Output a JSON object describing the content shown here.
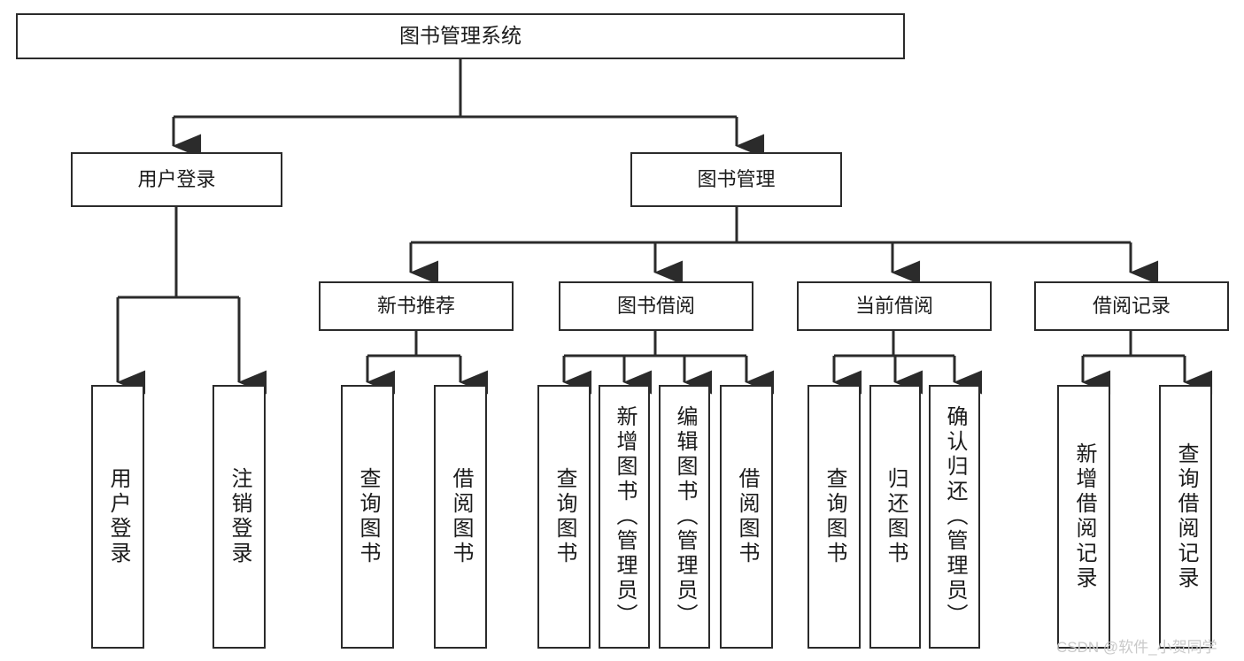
{
  "diagram": {
    "type": "tree-hierarchy",
    "title": "图书管理系统",
    "root": {
      "label": "图书管理系统"
    },
    "level1": [
      {
        "id": "user-login",
        "label": "用户登录"
      },
      {
        "id": "book-management",
        "label": "图书管理"
      }
    ],
    "level2": [
      {
        "id": "new-book-recommend",
        "label": "新书推荐"
      },
      {
        "id": "book-borrow",
        "label": "图书借阅"
      },
      {
        "id": "current-borrow",
        "label": "当前借阅"
      },
      {
        "id": "borrow-record",
        "label": "借阅记录"
      }
    ],
    "leaves": [
      {
        "id": "leaf-user-login",
        "parent": "user-login",
        "label": "用户登录"
      },
      {
        "id": "leaf-user-logout",
        "parent": "user-login",
        "label": "注销登录"
      },
      {
        "id": "leaf-query-book-1",
        "parent": "new-book-recommend",
        "label": "查询图书"
      },
      {
        "id": "leaf-borrow-book-1",
        "parent": "new-book-recommend",
        "label": "借阅图书"
      },
      {
        "id": "leaf-query-book-2",
        "parent": "book-borrow",
        "label": "查询图书"
      },
      {
        "id": "leaf-add-book",
        "parent": "book-borrow",
        "label": "新增图书（管理员）"
      },
      {
        "id": "leaf-edit-book",
        "parent": "book-borrow",
        "label": "编辑图书（管理员）"
      },
      {
        "id": "leaf-borrow-book-2",
        "parent": "book-borrow",
        "label": "借阅图书"
      },
      {
        "id": "leaf-query-book-3",
        "parent": "current-borrow",
        "label": "查询图书"
      },
      {
        "id": "leaf-return-book",
        "parent": "current-borrow",
        "label": "归还图书"
      },
      {
        "id": "leaf-confirm-return",
        "parent": "current-borrow",
        "label": "确认归还（管理员）"
      },
      {
        "id": "leaf-add-record",
        "parent": "borrow-record",
        "label": "新增借阅记录"
      },
      {
        "id": "leaf-query-record",
        "parent": "borrow-record",
        "label": "查询借阅记录"
      }
    ],
    "colors": {
      "box_border": "#2b2b2b",
      "box_fill": "#ffffff",
      "connector": "#2b2b2b",
      "text": "#1b1b1b",
      "watermark": "#c9c9c9",
      "background": "#ffffff"
    }
  },
  "watermark": {
    "text": "CSDN @软件_小贺同学"
  }
}
